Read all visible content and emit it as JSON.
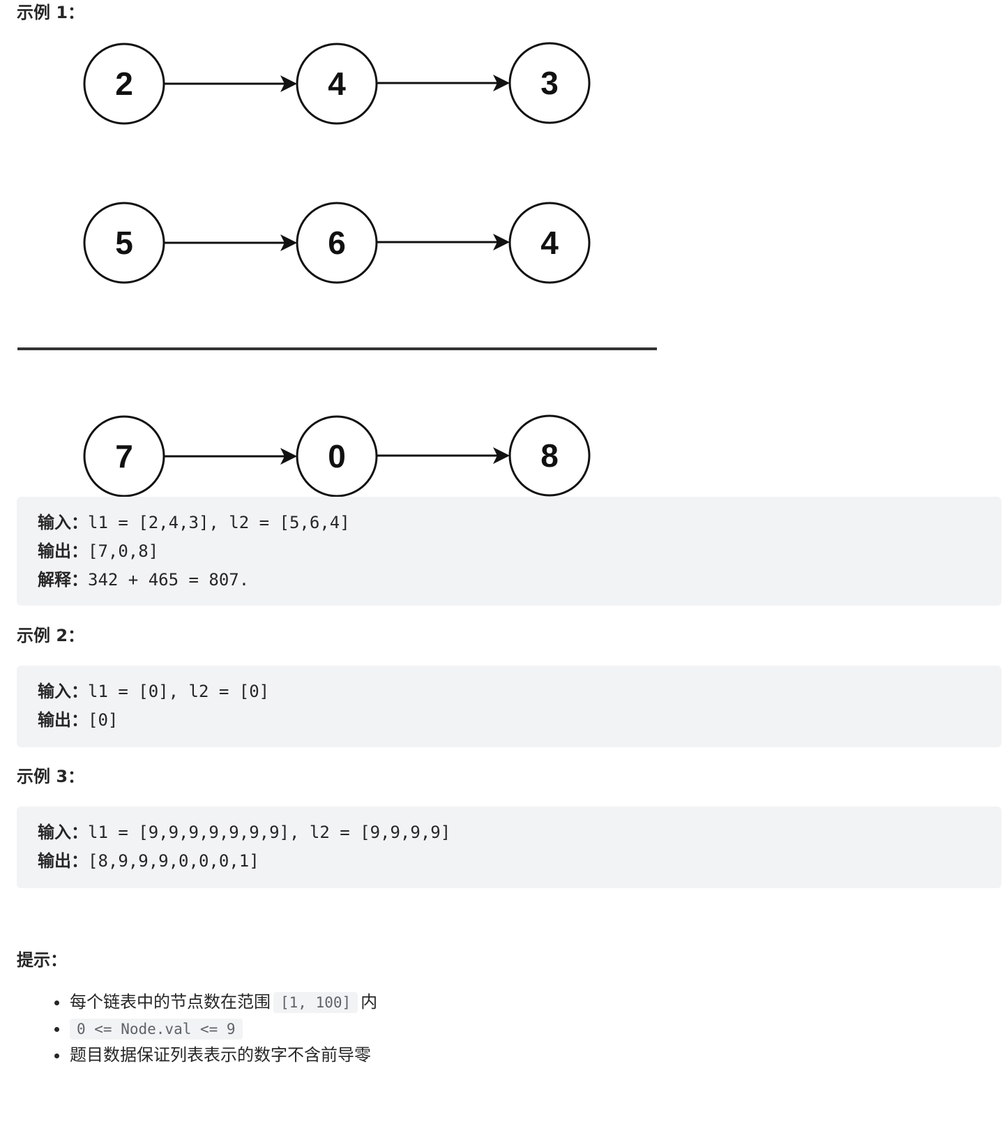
{
  "example1": {
    "title": "示例 1：",
    "lists": [
      {
        "nodes": [
          "2",
          "4",
          "3"
        ]
      },
      {
        "nodes": [
          "5",
          "6",
          "4"
        ]
      },
      {
        "nodes": [
          "7",
          "0",
          "8"
        ]
      }
    ],
    "code": {
      "input_label": "输入：",
      "input_value": "l1 = [2,4,3], l2 = [5,6,4]",
      "output_label": "输出：",
      "output_value": "[7,0,8]",
      "explain_label": "解释：",
      "explain_value": "342 + 465 = 807."
    }
  },
  "example2": {
    "title": "示例 2：",
    "code": {
      "input_label": "输入：",
      "input_value": "l1 = [0], l2 = [0]",
      "output_label": "输出：",
      "output_value": "[0]"
    }
  },
  "example3": {
    "title": "示例 3：",
    "code": {
      "input_label": "输入：",
      "input_value": "l1 = [9,9,9,9,9,9,9], l2 = [9,9,9,9]",
      "output_label": "输出：",
      "output_value": "[8,9,9,9,0,0,0,1]"
    }
  },
  "hints": {
    "title": "提示：",
    "item1_prefix": "每个链表中的节点数在范围",
    "item1_code": "[1, 100]",
    "item1_suffix": "内",
    "item2_code": "0 <= Node.val <= 9",
    "item3": "题目数据保证列表表示的数字不含前导零"
  }
}
